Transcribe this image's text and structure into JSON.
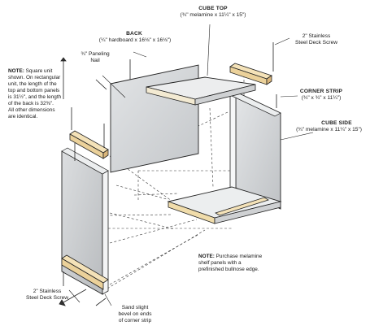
{
  "labels": {
    "cube_top_title": "CUBE TOP",
    "cube_top_dims": "(¾\" melamine x 11¼\" x 15\")",
    "back_title": "BACK",
    "back_dims": "(¼\" hardboard x 16⅛\" x 16⅛\")",
    "paneling_nail_1": "¾\" Paneling",
    "paneling_nail_2": "Nail",
    "screw_top_1": "2\" Stainless",
    "screw_top_2": "Steel Deck Screw",
    "corner_strip_title": "CORNER STRIP",
    "corner_strip_dims": "(¾\" x ¾\" x 11¼\")",
    "cube_side_title": "CUBE SIDE",
    "cube_side_dims": "(¾\" melamine x 11¼\" x 15\")",
    "screw_bottom_1": "2\" Stainless",
    "screw_bottom_2": "Steel Deck Screw",
    "bevel_1": "Sand slight",
    "bevel_2": "bevel on ends",
    "bevel_3": "of corner strip"
  },
  "note_left": {
    "head": "NOTE:",
    "line1": "Square unit",
    "line2": "shown. On rectangular",
    "line3": "unit, the length of the",
    "line4": "top and bottom panels",
    "line5": "is 31½\", and the length",
    "line6": "of the back is 32⅜\".",
    "line7": "All other dimensions",
    "line8": "are identical."
  },
  "note_right": {
    "head": "NOTE:",
    "line1": "Purchase melamine",
    "line2": "shelf panels with a",
    "line3": "prefinished bullnose edge."
  },
  "colors": {
    "line": "#222222",
    "panel_face": "#c6c8ca",
    "panel_face_light": "#dfe1e3",
    "panel_top": "#ebedee",
    "wood": "#f0d8a8",
    "wood_dark": "#d9b57a",
    "hardboard": "#d3d5d7"
  }
}
